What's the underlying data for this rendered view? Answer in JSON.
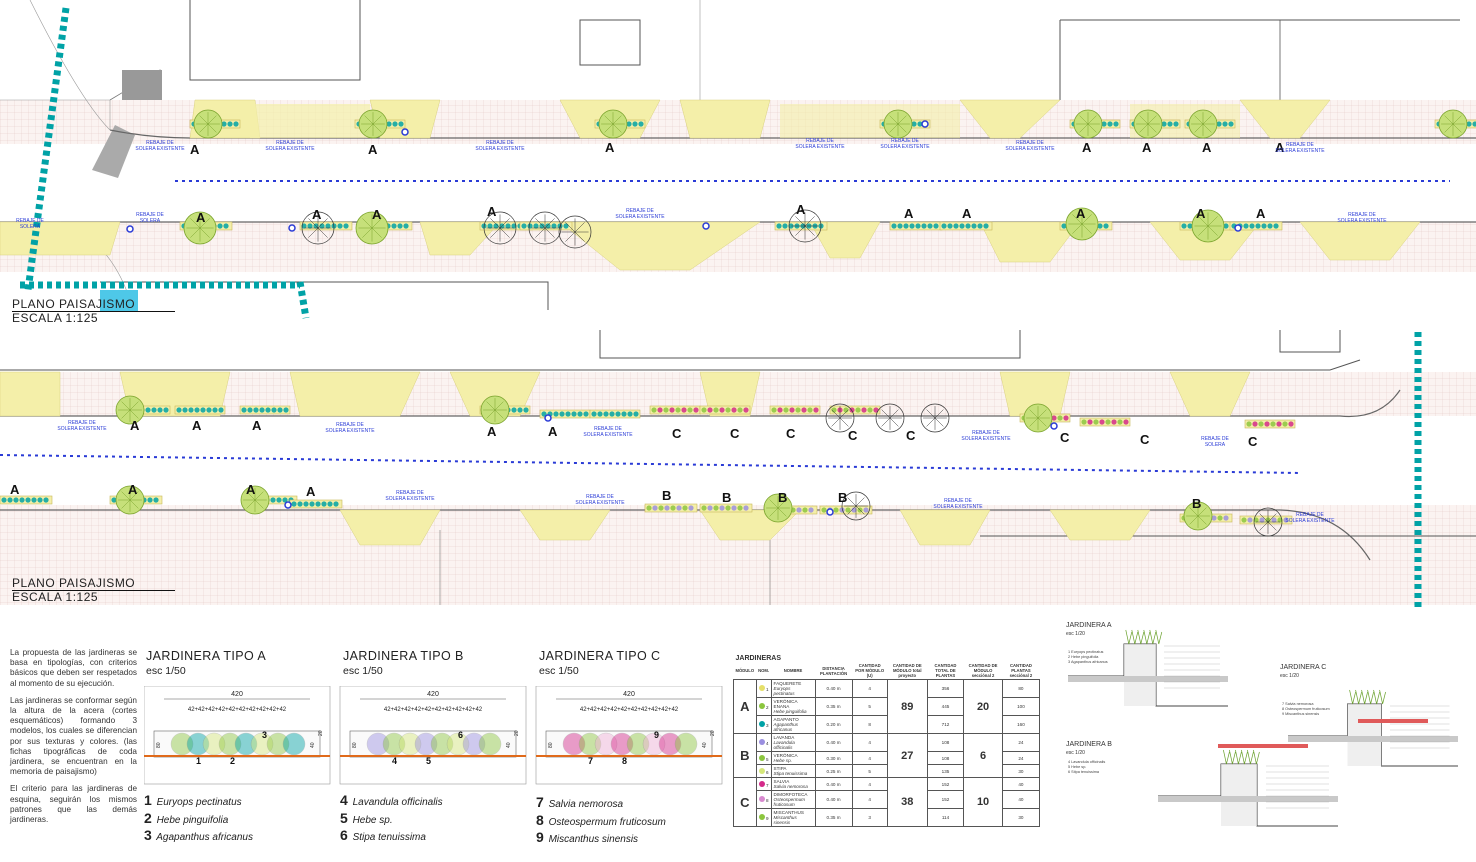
{
  "plans": [
    {
      "title": "PLANO PAISAJISMO",
      "scale": "ESCALA 1:125"
    },
    {
      "title": "PLANO PAISAJISMO",
      "scale": "ESCALA 1:125"
    }
  ],
  "street_labels": {
    "rebaje_existente": "REBAJE DE SOLERA EXISTENTE",
    "rebaje": "REBAJE DE SOLERA",
    "rebaje_fra": "REBAJE DE SOLERA"
  },
  "planter_codes": {
    "a": "A",
    "b": "B",
    "c": "C"
  },
  "description": [
    "La propuesta de las jardineras se basa en tipologías, con criterios básicos que deben ser respetados al momento de su ejecución.",
    "Las jardineras se conformar según la altura de la acera (cortes esquemáticos) formando 3 modelos, los cuales se diferencian por sus texturas y colores. (las fichas tipográficas de coda jardinera, se encuentran en la memoria de paisajismo)",
    "El criterio para las jardineras de esquina, seguirán los mismos patrones que las demás jardineras."
  ],
  "jardineras": [
    {
      "title": "JARDINERA TIPO A",
      "scale": "esc 1/50",
      "width": "420",
      "dims": "42+42+42+42+42+42+42+42+42+42",
      "species": [
        {
          "n": "1",
          "name": "Euryops pectinatus"
        },
        {
          "n": "2",
          "name": "Hebe pinguifolia"
        },
        {
          "n": "3",
          "name": "Agapanthus africanus"
        }
      ],
      "markers": [
        "1",
        "2",
        "3"
      ]
    },
    {
      "title": "JARDINERA TIPO B",
      "scale": "esc 1/50",
      "width": "420",
      "dims": "42+42+42+42+42+42+42+42+42+42",
      "species": [
        {
          "n": "4",
          "name": "Lavandula officinalis"
        },
        {
          "n": "5",
          "name": "Hebe sp."
        },
        {
          "n": "6",
          "name": "Stipa tenuissima"
        }
      ],
      "markers": [
        "4",
        "5",
        "6"
      ]
    },
    {
      "title": "JARDINERA TIPO C",
      "scale": "esc 1/50",
      "width": "420",
      "dims": "42+42+42+42+42+42+42+42+42+42",
      "species": [
        {
          "n": "7",
          "name": "Salvia nemorosa"
        },
        {
          "n": "8",
          "name": "Osteospermum fruticosum"
        },
        {
          "n": "9",
          "name": "Miscanthus sinensis"
        }
      ],
      "markers": [
        "7",
        "8",
        "9"
      ]
    }
  ],
  "section_dims": {
    "d80": "80",
    "d40": "40",
    "d20": "20"
  },
  "table": {
    "caption": "JARDINERAS",
    "headers": [
      "MÓDULO",
      "NOM.",
      "NOMBRE",
      "DISTANCIA PLANTACIÓN",
      "CANTIDAD POR MÓDULO (U)",
      "CANTIDAD DE MÓDULO total proyecto",
      "CANTIDAD TOTAL DE PLANTAS",
      "CANTIDAD DE MÓDULO secciónal 2",
      "CANTIDAD PLANTAS secciónal 2"
    ],
    "groups": [
      {
        "module": "A",
        "total_modules": "89",
        "sec_modules": "20",
        "rows": [
          {
            "n": "1",
            "name": "FAQUERETE",
            "sci": "Euryops pectinatus",
            "dist": "0.40 m",
            "qty": "4",
            "total": "356",
            "sec": "80"
          },
          {
            "n": "2",
            "name": "VERÓNICA ENANA",
            "sci": "Hebe pinguifolia",
            "dist": "0.35 m",
            "qty": "5",
            "total": "445",
            "sec": "100"
          },
          {
            "n": "3",
            "name": "AGAPANTO",
            "sci": "Agapanthus africanus",
            "dist": "0.20 m",
            "qty": "8",
            "total": "712",
            "sec": "160"
          }
        ]
      },
      {
        "module": "B",
        "total_modules": "27",
        "sec_modules": "6",
        "rows": [
          {
            "n": "4",
            "name": "LAVANDA",
            "sci": "Lavandula officinalis",
            "dist": "0.40 m",
            "qty": "4",
            "total": "108",
            "sec": "24"
          },
          {
            "n": "5",
            "name": "VERÓNICA",
            "sci": "Hebe sp.",
            "dist": "0.30 m",
            "qty": "4",
            "total": "108",
            "sec": "24"
          },
          {
            "n": "6",
            "name": "STIPA",
            "sci": "Stipa tenuissima",
            "dist": "0.25 m",
            "qty": "5",
            "total": "135",
            "sec": "30"
          }
        ]
      },
      {
        "module": "C",
        "total_modules": "38",
        "sec_modules": "10",
        "rows": [
          {
            "n": "7",
            "name": "SALVIA",
            "sci": "Salvia nemorosa",
            "dist": "0.40 m",
            "qty": "4",
            "total": "152",
            "sec": "40"
          },
          {
            "n": "8",
            "name": "DIMORFOTECA",
            "sci": "Osteospermum fruticosum",
            "dist": "0.40 m",
            "qty": "4",
            "total": "152",
            "sec": "40"
          },
          {
            "n": "9",
            "name": "MISCANTHUS",
            "sci": "Miscanthus sinensis",
            "dist": "0.35 m",
            "qty": "3",
            "total": "114",
            "sec": "30"
          }
        ]
      }
    ]
  },
  "sections": [
    {
      "title": "JARDINERA A",
      "scale": "esc 1/20",
      "items": [
        "1 Euryops pectinatus",
        "2 Hebe pinguifolia",
        "3 Agapanthus africanus"
      ]
    },
    {
      "title": "JARDINERA B",
      "scale": "esc 1/20",
      "items": [
        "4 Lavandula officinalis",
        "5 Hebe sp.",
        "6 Stipa tenuissima"
      ]
    },
    {
      "title": "JARDINERA C",
      "scale": "esc 1/20",
      "items": [
        "7 Salvia nemorosa",
        "8 Osteospermum fruticosum",
        "9 Miscanthus sinensis"
      ]
    }
  ],
  "colors": {
    "yellow": "#f4efa9",
    "cyan": "#00a2a6",
    "blue": "#2a3bd6",
    "magenta": "#d42a8a",
    "green": "#8cc63f",
    "lavender": "#9b8fe0"
  }
}
